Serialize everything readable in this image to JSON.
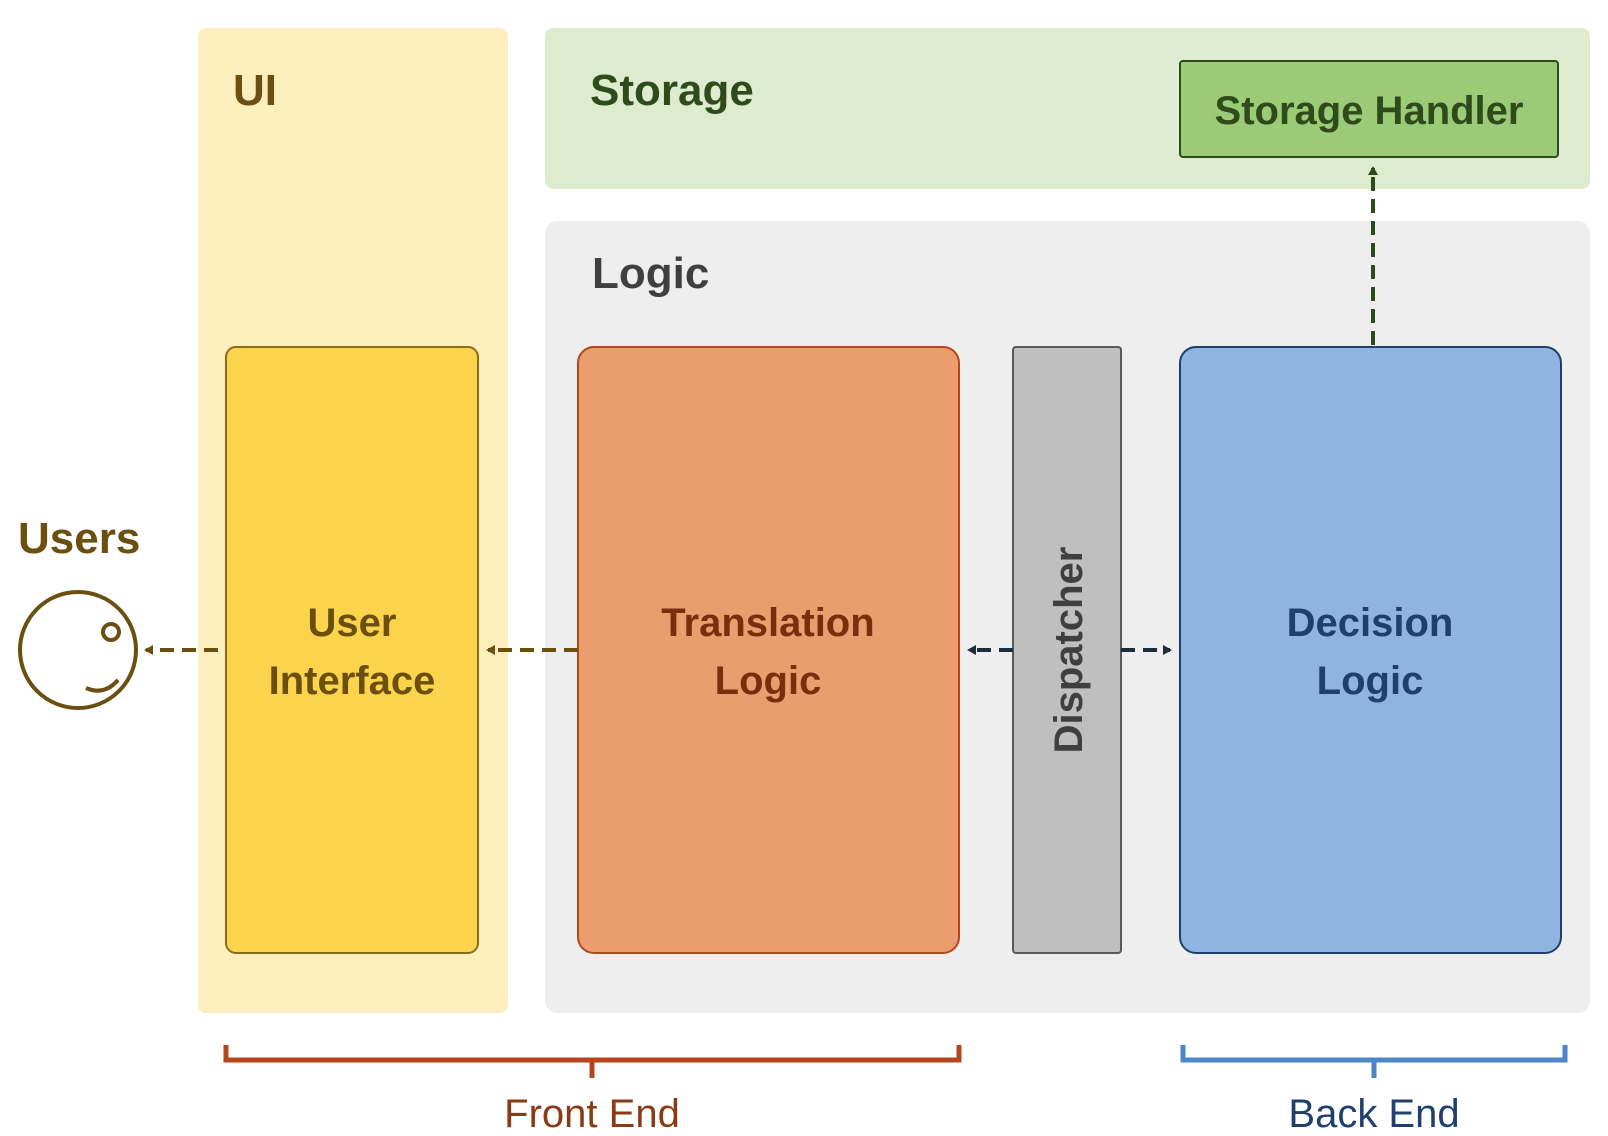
{
  "regions": {
    "ui": {
      "title": "UI"
    },
    "storage": {
      "title": "Storage"
    },
    "logic": {
      "title": "Logic"
    }
  },
  "actors": {
    "users": {
      "label": "Users",
      "icon": "user-face-icon"
    }
  },
  "components": {
    "storage_handler": {
      "label": "Storage Handler"
    },
    "user_interface": {
      "line1": "User",
      "line2": "Interface"
    },
    "translation_logic": {
      "line1": "Translation",
      "line2": "Logic"
    },
    "dispatcher": {
      "label": "Dispatcher"
    },
    "decision_logic": {
      "line1": "Decision",
      "line2": "Logic"
    }
  },
  "spans": {
    "front_end": {
      "label": "Front End"
    },
    "back_end": {
      "label": "Back End"
    }
  },
  "connections": [
    {
      "from": "User Interface",
      "to": "Users",
      "style": "dashed"
    },
    {
      "from": "Translation Logic",
      "to": "User Interface",
      "style": "dashed"
    },
    {
      "from": "Dispatcher",
      "to": "Translation Logic",
      "style": "dashed"
    },
    {
      "from": "Dispatcher",
      "to": "Decision Logic",
      "style": "dashed"
    },
    {
      "from": "Decision Logic",
      "to": "Storage Handler",
      "style": "dashed"
    }
  ],
  "colors": {
    "ui_region": "#fcefbd",
    "storage_region": "#ddeccf",
    "logic_region": "#eeeeee",
    "user_interface": "#fcd34d",
    "translation_logic": "#ec9d6e",
    "dispatcher": "#bfbfbf",
    "decision_logic": "#8fb4e0",
    "storage_handler": "#9bcb76",
    "ui_text": "#6b4f10",
    "storage_text": "#2f4a1b",
    "logic_text": "#3f3f3f",
    "translation_text": "#7a2e0c",
    "decision_text": "#1f3f6e",
    "front_end": "#b5451b",
    "back_end": "#4a86c8"
  }
}
